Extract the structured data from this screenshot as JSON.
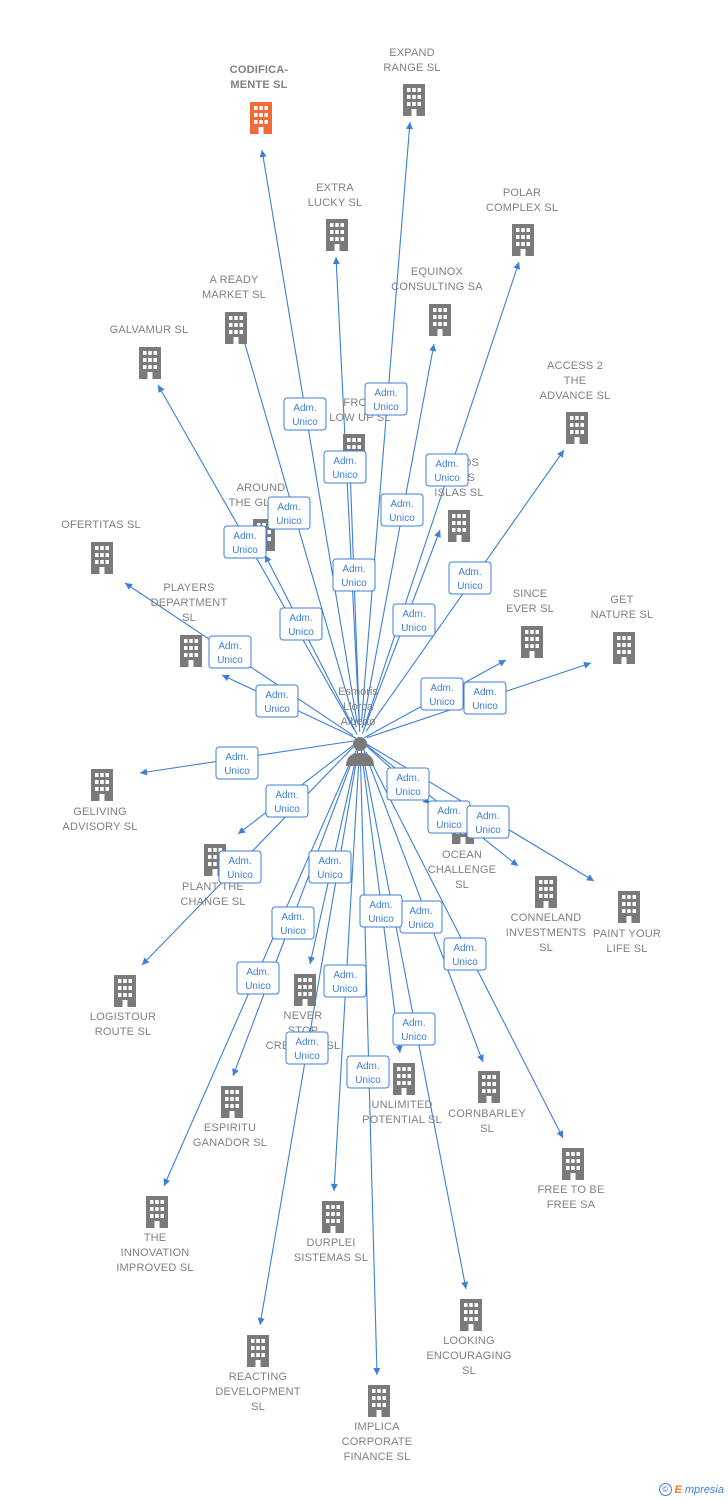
{
  "person": {
    "name_lines": [
      "Esmoris",
      "Llorca",
      "Alberto"
    ],
    "icon": "person-icon"
  },
  "relation_label_lines": [
    "Adm.",
    "Unico"
  ],
  "colors": {
    "edge": "#3d7fd6",
    "company": "#7a7a7a",
    "company_highlight": "#f26a3a",
    "label": "#808080"
  },
  "companies": [
    {
      "id": "codificamente",
      "lines": [
        "CODIFICA-",
        "MENTE  SL"
      ],
      "highlight": true
    },
    {
      "id": "expand-range",
      "lines": [
        "EXPAND",
        "RANGE  SL"
      ]
    },
    {
      "id": "extra-lucky",
      "lines": [
        "EXTRA",
        "LUCKY  SL"
      ]
    },
    {
      "id": "polar-complex",
      "lines": [
        "POLAR",
        "COMPLEX  SL"
      ]
    },
    {
      "id": "a-ready-market",
      "lines": [
        "A READY",
        "MARKET  SL"
      ]
    },
    {
      "id": "equinox-consulting",
      "lines": [
        "EQUINOX",
        "CONSULTING SA"
      ]
    },
    {
      "id": "galvamur",
      "lines": [
        "GALVAMUR  SL"
      ]
    },
    {
      "id": "from-low-up",
      "lines": [
        "FROM",
        "LOW UP  SL"
      ]
    },
    {
      "id": "access-2-the-advance",
      "lines": [
        "ACCESS 2",
        "THE",
        "ADVANCE  SL"
      ]
    },
    {
      "id": "canos-islas",
      "lines": [
        "CANOS",
        "ISLAS",
        "ISLAS  SL"
      ]
    },
    {
      "id": "around-the-globe",
      "lines": [
        "AROUND",
        "THE GLOBE"
      ]
    },
    {
      "id": "ofertitas",
      "lines": [
        "OFERTITAS  SL"
      ]
    },
    {
      "id": "players-department",
      "lines": [
        "PLAYERS",
        "DEPARTMENT",
        "SL"
      ]
    },
    {
      "id": "since-ever",
      "lines": [
        "SINCE",
        "EVER  SL"
      ]
    },
    {
      "id": "get-nature",
      "lines": [
        "GET",
        "NATURE  SL"
      ]
    },
    {
      "id": "geliving-advisory",
      "lines": [
        "GELIVING",
        "ADVISORY  SL"
      ]
    },
    {
      "id": "plant-the-change",
      "lines": [
        "PLANT THE",
        "CHANGE  SL"
      ]
    },
    {
      "id": "ocean-challenge",
      "lines": [
        "OCEAN",
        "CHALLENGE",
        "SL"
      ]
    },
    {
      "id": "conneland-investments",
      "lines": [
        "CONNELAND",
        "INVESTMENTS",
        "SL"
      ]
    },
    {
      "id": "paint-your-life",
      "lines": [
        "PAINT YOUR",
        "LIFE  SL"
      ]
    },
    {
      "id": "logistour-route",
      "lines": [
        "LOGISTOUR",
        "ROUTE  SL"
      ]
    },
    {
      "id": "never-stop-creating",
      "lines": [
        "NEVER",
        "STOP",
        "CREATING  SL"
      ]
    },
    {
      "id": "unlimited-potential",
      "lines": [
        "UNLIMITED",
        "POTENTIAL  SL"
      ]
    },
    {
      "id": "cornbarley",
      "lines": [
        "CORNBARLEY",
        "SL"
      ]
    },
    {
      "id": "espiritu-ganador",
      "lines": [
        "ESPIRITU",
        "GANADOR  SL"
      ]
    },
    {
      "id": "free-to-be-free",
      "lines": [
        "FREE TO BE",
        "FREE SA"
      ]
    },
    {
      "id": "the-innovation-improved",
      "lines": [
        "THE",
        "INNOVATION",
        "IMPROVED  SL"
      ]
    },
    {
      "id": "durplei-sistemas",
      "lines": [
        "DURPLEI",
        "SISTEMAS  SL"
      ]
    },
    {
      "id": "looking-encouraging",
      "lines": [
        "LOOKING",
        "ENCOURAGING",
        "SL"
      ]
    },
    {
      "id": "reacting-development",
      "lines": [
        "REACTING",
        "DEVELOPMENT",
        "SL"
      ]
    },
    {
      "id": "implica-corporate-finance",
      "lines": [
        "IMPLICA",
        "CORPORATE",
        "FINANCE  SL"
      ]
    }
  ],
  "footer": {
    "copyright_symbol": "©",
    "brand_initial": "E",
    "brand_rest": "mpresia"
  }
}
